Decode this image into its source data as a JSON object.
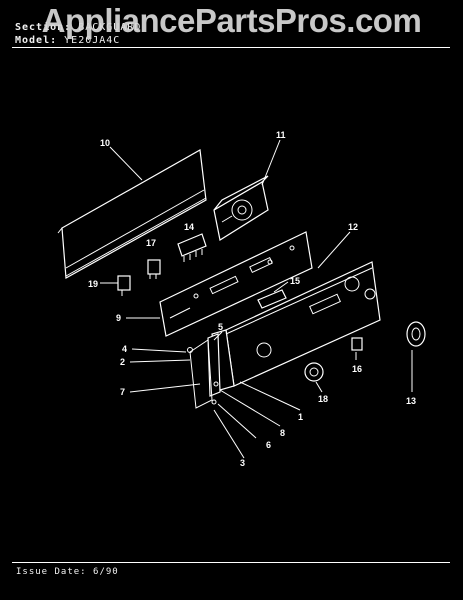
{
  "watermark": "AppliancePartsPros.com",
  "header": {
    "section_label": "Section:",
    "section_value": "BACKGUARD",
    "model_label": "Model:",
    "model_value": "YE20JA4C"
  },
  "footer": {
    "issue_label": "Issue Date:",
    "issue_value": "6/90"
  },
  "callouts": [
    "1",
    "2",
    "3",
    "4",
    "5",
    "6",
    "7",
    "8",
    "9",
    "10",
    "11",
    "12",
    "13",
    "14",
    "15",
    "16",
    "17",
    "18",
    "19"
  ]
}
